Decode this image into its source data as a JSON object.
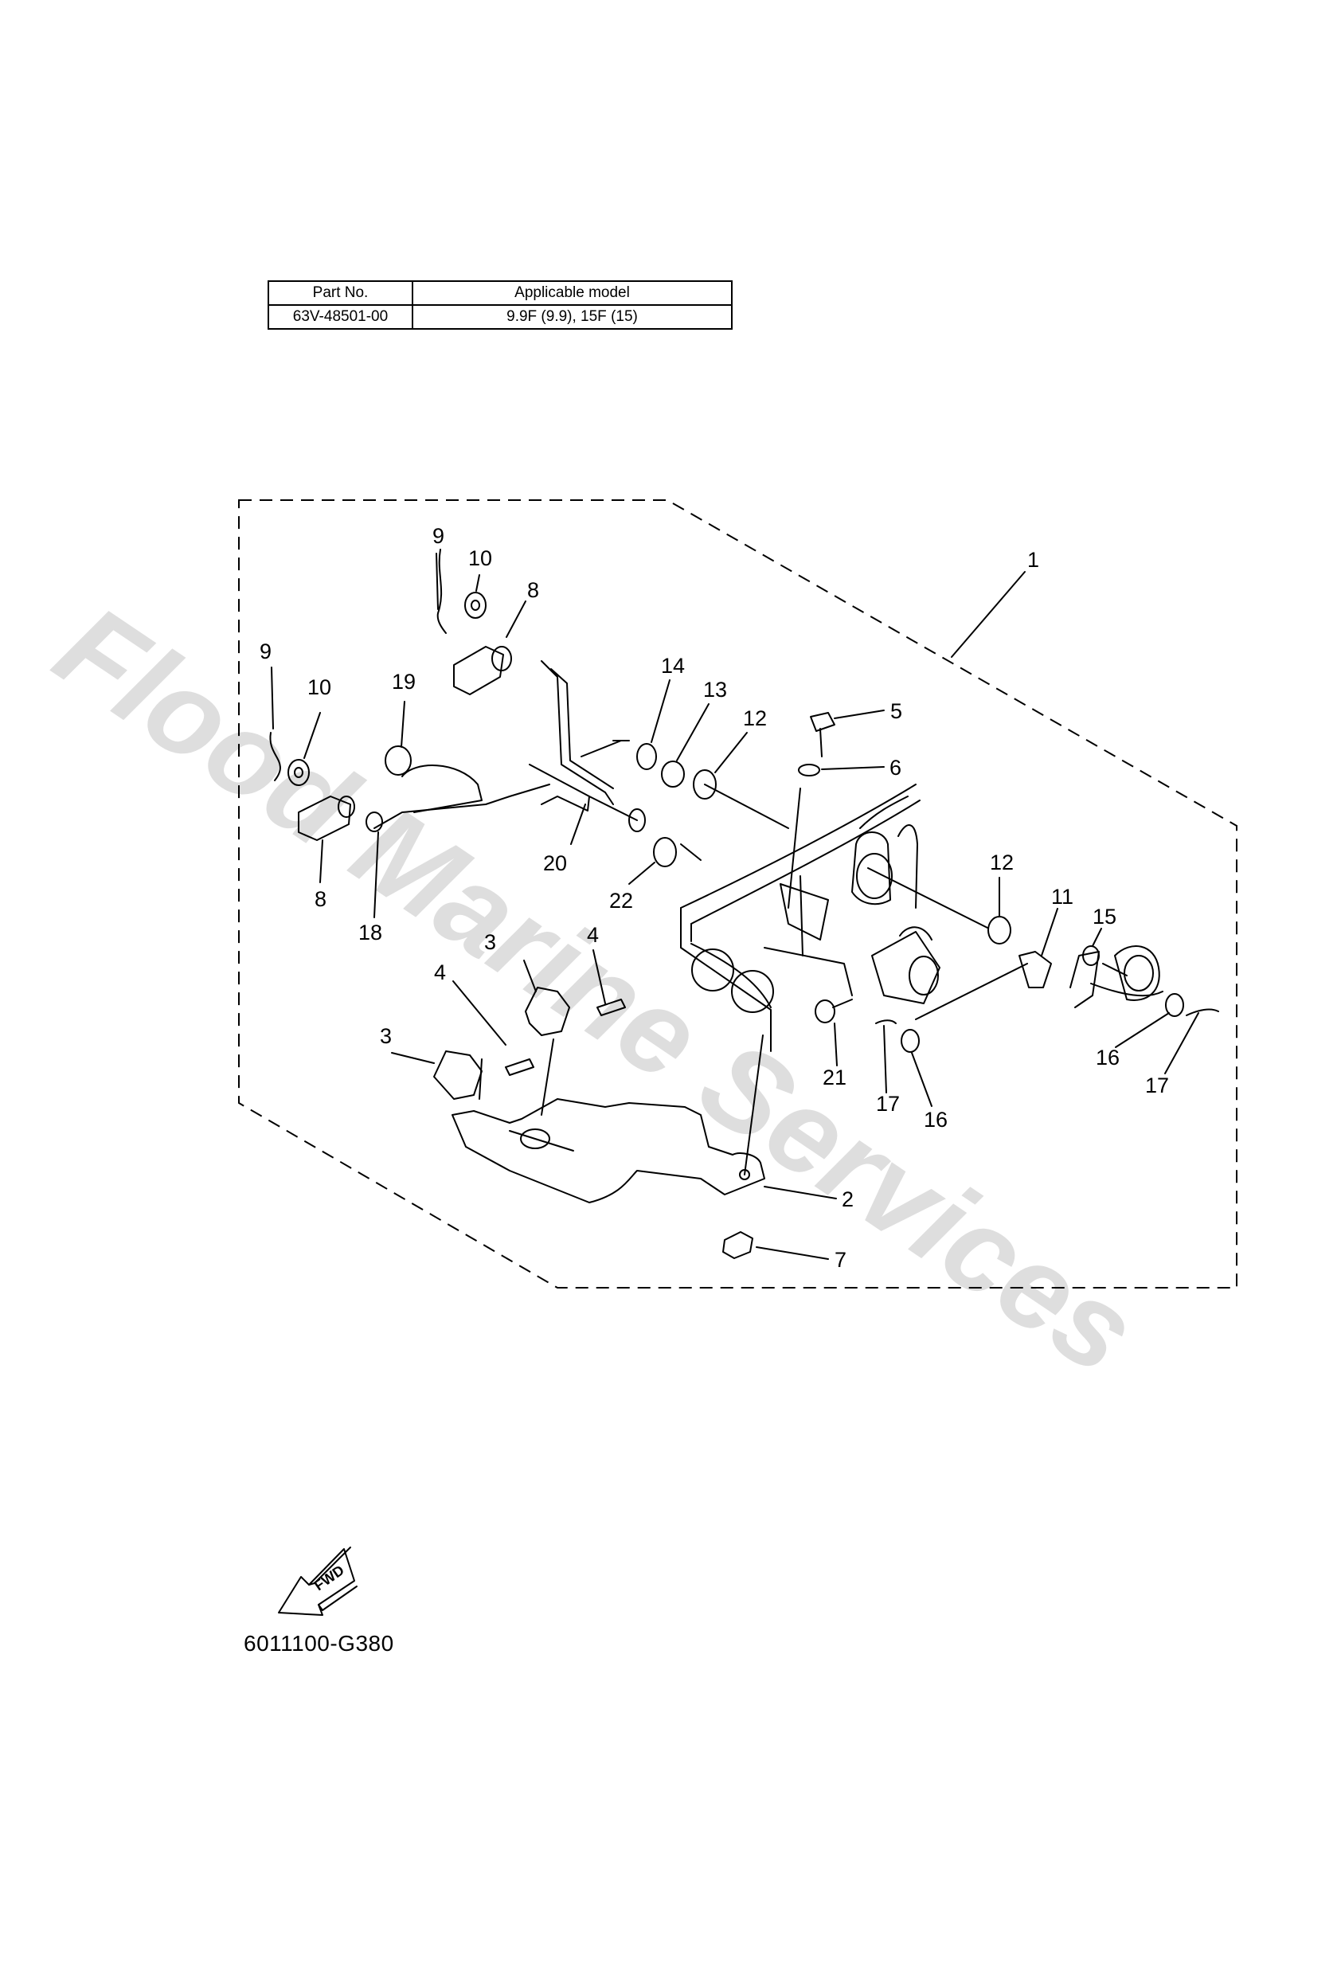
{
  "table": {
    "headers": [
      "Part No.",
      "Applicable model"
    ],
    "row": [
      "63V-48501-00",
      "9.9F (9.9), 15F (15)"
    ]
  },
  "watermark": "Flood Marine Services",
  "callouts": [
    "1",
    "2",
    "3",
    "3",
    "4",
    "4",
    "5",
    "6",
    "7",
    "8",
    "8",
    "9",
    "9",
    "10",
    "10",
    "11",
    "12",
    "12",
    "13",
    "14",
    "15",
    "16",
    "16",
    "17",
    "17",
    "18",
    "19",
    "20",
    "21",
    "22"
  ],
  "fwd_label": "FWD",
  "drawing_code": "6011100-G380",
  "colors": {
    "ink": "#000000",
    "watermark": "#d3d3d3",
    "background": "#ffffff"
  }
}
